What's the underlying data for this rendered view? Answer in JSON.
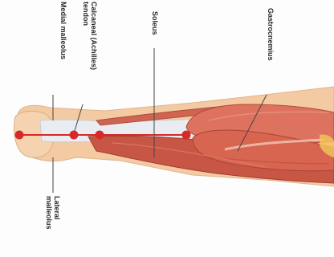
{
  "labels": {
    "medial_malleolus": "Medial malleolus",
    "calcaneal_tendon_line1": "Calcaneal (Achilles)",
    "calcaneal_tendon_line2": "tendon",
    "soleus": "Soleus",
    "gastrocnemius": "Gastrocnemius",
    "lateral_malleolus_line1": "Lateral",
    "lateral_malleolus_line2": "malleolus"
  },
  "colors": {
    "muscle": "#d96a55",
    "muscle_dark": "#b8483a",
    "tendon": "#e9ecf1",
    "skin": "#f3caa2",
    "marker": "#d42a2a",
    "leader": "#444444"
  }
}
